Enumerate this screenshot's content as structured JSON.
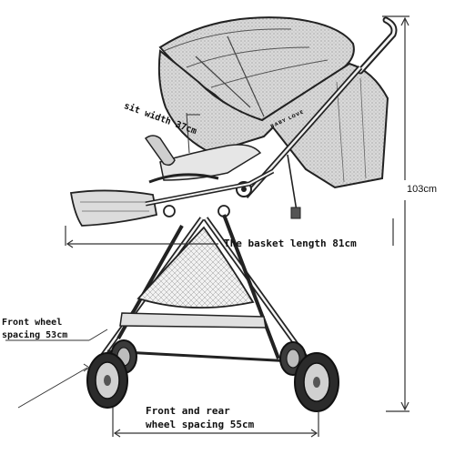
{
  "dimensions": {
    "height_label": "103cm",
    "basket_length_label": "The basket length 81cm",
    "seat_width_label": "sit width 37cm",
    "front_wheel_line1": "Front wheel",
    "front_wheel_line2": "spacing 53cm",
    "wheelbase_line1": "Front and rear",
    "wheelbase_line2": "wheel spacing 55cm"
  },
  "brand": {
    "text": "BABY LOVE"
  }
}
